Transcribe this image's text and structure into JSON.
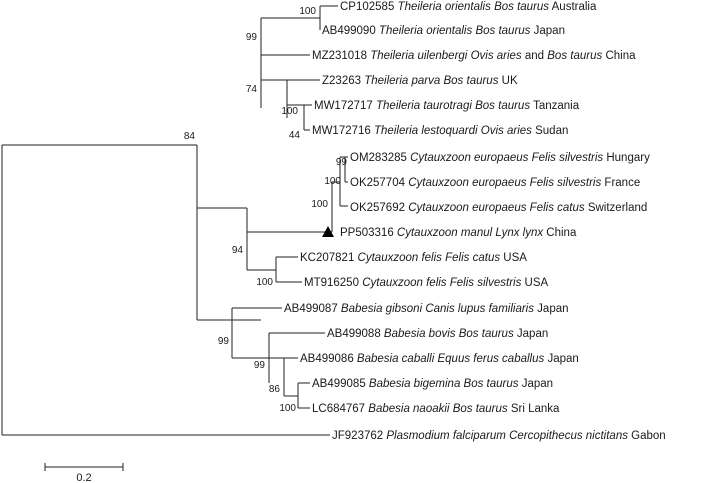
{
  "colors": {
    "line": "#222222",
    "text": "#1a1a1a",
    "marker": "#000000"
  },
  "marker_icon": "triangle-marker-icon",
  "scale_bar": {
    "label": "0.2"
  },
  "leaves": [
    {
      "id": "L1",
      "acc": "CP102585",
      "parts": [
        {
          "t": "Theileria orientalis",
          "i": true
        },
        {
          "t": " ",
          "i": false
        },
        {
          "t": "Bos taurus",
          "i": true
        },
        {
          "t": " Australia",
          "i": false
        }
      ]
    },
    {
      "id": "L2",
      "acc": "AB499090",
      "parts": [
        {
          "t": "Theileria orientalis",
          "i": true
        },
        {
          "t": " ",
          "i": false
        },
        {
          "t": "Bos taurus",
          "i": true
        },
        {
          "t": " Japan",
          "i": false
        }
      ]
    },
    {
      "id": "L3",
      "acc": "MZ231018",
      "parts": [
        {
          "t": "Theileria uilenbergi",
          "i": true
        },
        {
          "t": " ",
          "i": false
        },
        {
          "t": "Ovis aries",
          "i": true
        },
        {
          "t": " and ",
          "i": false
        },
        {
          "t": "Bos taurus",
          "i": true
        },
        {
          "t": " China",
          "i": false
        }
      ]
    },
    {
      "id": "L4",
      "acc": "Z23263",
      "parts": [
        {
          "t": "Theileria parva",
          "i": true
        },
        {
          "t": " ",
          "i": false
        },
        {
          "t": "Bos taurus",
          "i": true
        },
        {
          "t": " UK",
          "i": false
        }
      ]
    },
    {
      "id": "L5",
      "acc": "MW172717",
      "parts": [
        {
          "t": "Theileria taurotragi",
          "i": true
        },
        {
          "t": " ",
          "i": false
        },
        {
          "t": "Bos taurus",
          "i": true
        },
        {
          "t": " Tanzania",
          "i": false
        }
      ]
    },
    {
      "id": "L6",
      "acc": "MW172716",
      "parts": [
        {
          "t": "Theileria lestoquardi",
          "i": true
        },
        {
          "t": " ",
          "i": false
        },
        {
          "t": "Ovis aries",
          "i": true
        },
        {
          "t": " Sudan",
          "i": false
        }
      ]
    },
    {
      "id": "L7",
      "acc": "OM283285",
      "parts": [
        {
          "t": "Cytauxzoon europaeus",
          "i": true
        },
        {
          "t": " ",
          "i": false
        },
        {
          "t": "Felis silvestris",
          "i": true
        },
        {
          "t": " Hungary",
          "i": false
        }
      ]
    },
    {
      "id": "L8",
      "acc": "OK257704",
      "parts": [
        {
          "t": "Cytauxzoon europaeus",
          "i": true
        },
        {
          "t": " ",
          "i": false
        },
        {
          "t": "Felis silvestris",
          "i": true
        },
        {
          "t": " France",
          "i": false
        }
      ]
    },
    {
      "id": "L9",
      "acc": "OK257692",
      "parts": [
        {
          "t": "Cytauxzoon europaeus",
          "i": true
        },
        {
          "t": " ",
          "i": false
        },
        {
          "t": "Felis catus",
          "i": true
        },
        {
          "t": " Switzerland",
          "i": false
        }
      ]
    },
    {
      "id": "L10",
      "acc": "PP503316",
      "marked": true,
      "parts": [
        {
          "t": "Cytauxzoon manul",
          "i": true
        },
        {
          "t": " ",
          "i": false
        },
        {
          "t": "Lynx lynx",
          "i": true
        },
        {
          "t": " China",
          "i": false
        }
      ]
    },
    {
      "id": "L11",
      "acc": "KC207821",
      "parts": [
        {
          "t": "Cytauxzoon felis",
          "i": true
        },
        {
          "t": " ",
          "i": false
        },
        {
          "t": "Felis catus",
          "i": true
        },
        {
          "t": " USA",
          "i": false
        }
      ]
    },
    {
      "id": "L12",
      "acc": "MT916250",
      "parts": [
        {
          "t": "Cytauxzoon felis",
          "i": true
        },
        {
          "t": " ",
          "i": false
        },
        {
          "t": "Felis silvestris",
          "i": true
        },
        {
          "t": " USA",
          "i": false
        }
      ]
    },
    {
      "id": "L13",
      "acc": "AB499087",
      "parts": [
        {
          "t": "Babesia gibsoni",
          "i": true
        },
        {
          "t": " ",
          "i": false
        },
        {
          "t": "Canis lupus familiaris",
          "i": true
        },
        {
          "t": " Japan",
          "i": false
        }
      ]
    },
    {
      "id": "L14",
      "acc": "AB499088",
      "parts": [
        {
          "t": "Babesia bovis",
          "i": true
        },
        {
          "t": " ",
          "i": false
        },
        {
          "t": "Bos taurus",
          "i": true
        },
        {
          "t": " Japan",
          "i": false
        }
      ]
    },
    {
      "id": "L15",
      "acc": "AB499086",
      "parts": [
        {
          "t": "Babesia caballi",
          "i": true
        },
        {
          "t": " ",
          "i": false
        },
        {
          "t": "Equus ferus caballus",
          "i": true
        },
        {
          "t": " Japan",
          "i": false
        }
      ]
    },
    {
      "id": "L16",
      "acc": "AB499085",
      "parts": [
        {
          "t": "Babesia bigemina",
          "i": true
        },
        {
          "t": " ",
          "i": false
        },
        {
          "t": "Bos taurus",
          "i": true
        },
        {
          "t": " Japan",
          "i": false
        }
      ]
    },
    {
      "id": "L17",
      "acc": "LC684767",
      "parts": [
        {
          "t": "Babesia naoakii",
          "i": true
        },
        {
          "t": " ",
          "i": false
        },
        {
          "t": "Bos taurus",
          "i": true
        },
        {
          "t": " Sri Lanka",
          "i": false
        }
      ]
    },
    {
      "id": "L18",
      "acc": "JF923762",
      "parts": [
        {
          "t": "Plasmodium falciparum",
          "i": true
        },
        {
          "t": " ",
          "i": false
        },
        {
          "t": "Cercopithecus nictitans",
          "i": true
        },
        {
          "t": " Gabon",
          "i": false
        }
      ]
    }
  ],
  "support_values": [
    {
      "node": "N_orientalis",
      "value": "100"
    },
    {
      "node": "N_theileria",
      "value": "99"
    },
    {
      "node": "N_uil_parva",
      "value": "74"
    },
    {
      "node": "N_parva_tt",
      "value": "100"
    },
    {
      "node": "N_tt_lest",
      "value": "44"
    },
    {
      "node": "N_theil_cyt",
      "value": "84"
    },
    {
      "node": "N_europaeus_a",
      "value": "99"
    },
    {
      "node": "N_europaeus",
      "value": "100"
    },
    {
      "node": "N_eur_manul",
      "value": "100"
    },
    {
      "node": "N_cytauxzoon",
      "value": "94"
    },
    {
      "node": "N_felis",
      "value": "100"
    },
    {
      "node": "N_babesia",
      "value": "99"
    },
    {
      "node": "N_bab_inner",
      "value": "99"
    },
    {
      "node": "N_bab_cb",
      "value": "86"
    },
    {
      "node": "N_bab_bn",
      "value": "100"
    }
  ]
}
